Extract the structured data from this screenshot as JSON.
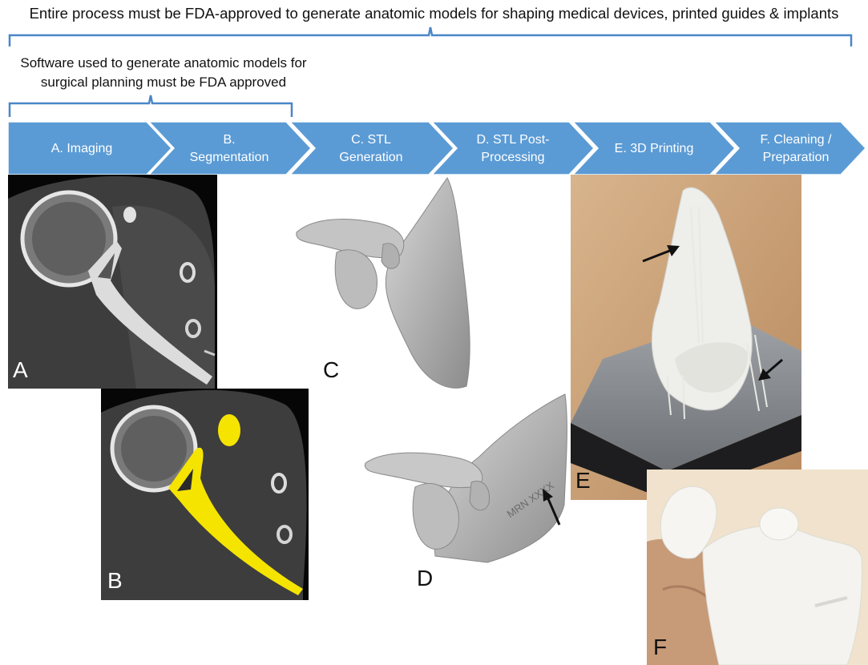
{
  "header": {
    "regulation_note": "Entire process must be FDA-approved to generate anatomic models for shaping medical devices, printed guides & implants",
    "software_note_line1": "Software used to generate anatomic models for",
    "software_note_line2": "surgical planning must be FDA approved"
  },
  "workflow_steps": [
    {
      "line1": "A. Imaging",
      "line2": ""
    },
    {
      "line1": "B.",
      "line2": "Segmentation"
    },
    {
      "line1": "C. STL",
      "line2": "Generation"
    },
    {
      "line1": "D. STL Post-",
      "line2": "Processing"
    },
    {
      "line1": "E. 3D Printing",
      "line2": ""
    },
    {
      "line1": "F. Cleaning /",
      "line2": "Preparation"
    }
  ],
  "panels": {
    "a": {
      "letter": "A"
    },
    "b": {
      "letter": "B"
    },
    "c": {
      "letter": "C"
    },
    "d": {
      "letter": "D",
      "engraving": "MRN XXXX"
    },
    "e": {
      "letter": "E"
    },
    "f": {
      "letter": "F"
    }
  },
  "colors": {
    "chevron_fill": "#5b9bd5",
    "chevron_stroke": "#ffffff",
    "bracket": "#4a86c8",
    "segmentation": "#f5e400",
    "arrow": "#111111"
  },
  "icons": [
    "arrow-icon",
    "bracket"
  ]
}
